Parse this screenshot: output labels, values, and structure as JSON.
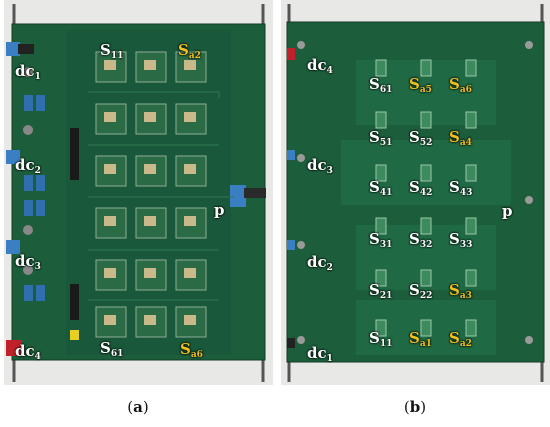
{
  "colors": {
    "board": "#1c5e3b",
    "board_dark": "#134a2d",
    "label_white": "#ffffff",
    "label_yellow": "#f0c020"
  },
  "panel_a": {
    "caption_letter": "a",
    "labels": {
      "dc1": {
        "main": "dc",
        "sub": "1"
      },
      "dc2": {
        "main": "dc",
        "sub": "2"
      },
      "dc3": {
        "main": "dc",
        "sub": "3"
      },
      "dc4": {
        "main": "dc",
        "sub": "4"
      },
      "p": {
        "main": "p",
        "sub": ""
      },
      "s11": {
        "main": "S",
        "sub": "11"
      },
      "sa2": {
        "main": "S",
        "sub": "a2"
      },
      "s61": {
        "main": "S",
        "sub": "61"
      },
      "sa6": {
        "main": "S",
        "sub": "a6"
      }
    }
  },
  "panel_b": {
    "caption_letter": "b",
    "labels": {
      "dc4": {
        "main": "dc",
        "sub": "4"
      },
      "dc3": {
        "main": "dc",
        "sub": "3"
      },
      "dc2": {
        "main": "dc",
        "sub": "2"
      },
      "dc1": {
        "main": "dc",
        "sub": "1"
      },
      "p": {
        "main": "p",
        "sub": ""
      },
      "s61": {
        "main": "S",
        "sub": "61"
      },
      "sa5": {
        "main": "S",
        "sub": "a5"
      },
      "sa6": {
        "main": "S",
        "sub": "a6"
      },
      "s51": {
        "main": "S",
        "sub": "51"
      },
      "s52": {
        "main": "S",
        "sub": "52"
      },
      "sa4": {
        "main": "S",
        "sub": "a4"
      },
      "s41": {
        "main": "S",
        "sub": "41"
      },
      "s42": {
        "main": "S",
        "sub": "42"
      },
      "s43": {
        "main": "S",
        "sub": "43"
      },
      "s31": {
        "main": "S",
        "sub": "31"
      },
      "s32": {
        "main": "S",
        "sub": "32"
      },
      "s33": {
        "main": "S",
        "sub": "33"
      },
      "s21": {
        "main": "S",
        "sub": "21"
      },
      "s22": {
        "main": "S",
        "sub": "22"
      },
      "sa3": {
        "main": "S",
        "sub": "a3"
      },
      "s11": {
        "main": "S",
        "sub": "11"
      },
      "sa1": {
        "main": "S",
        "sub": "a1"
      },
      "sa2": {
        "main": "S",
        "sub": "a2"
      }
    }
  }
}
